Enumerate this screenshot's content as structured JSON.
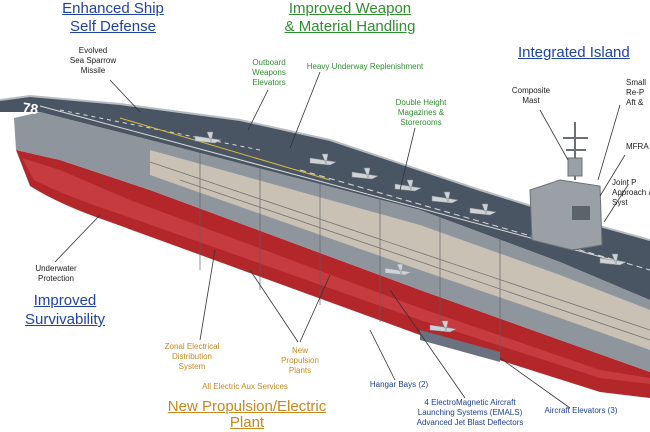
{
  "headings": {
    "enhanced_ship": "Enhanced Ship",
    "self_defense": "Self Defense",
    "improved_weapon": "Improved Weapon",
    "material_handling": "& Material Handling",
    "integrated_island": "Integrated Island",
    "improved": "Improved",
    "survivability": "Survivability",
    "new_propulsion_electric": "New Propulsion/Electric",
    "plant": "Plant"
  },
  "callouts": {
    "evolved_1": "Evolved",
    "evolved_2": "Sea Sparrow",
    "evolved_3": "Missile",
    "outboard_1": "Outboard",
    "outboard_2": "Weapons",
    "outboard_3": "Elevators",
    "heavy_unrep": "Heavy Underway Replenishment",
    "double_1": "Double Height",
    "double_2": "Magazines &",
    "double_3": "Storerooms",
    "composite_1": "Composite",
    "composite_2": "Mast",
    "small_1": "Small",
    "small_2": "Re-P",
    "small_3": "Aft &",
    "mfr": "MFRA",
    "joint_1": "Joint P",
    "joint_2": "Approach a",
    "joint_3": "Syst",
    "underwater_1": "Underwater",
    "underwater_2": "Protection",
    "zonal_1": "Zonal Electrical",
    "zonal_2": "Distribution",
    "zonal_3": "System",
    "newprop_1": "New",
    "newprop_2": "Propulsion",
    "newprop_3": "Plants",
    "all_electric": "All Electric Aux Services",
    "hangar_bays": "Hangar Bays (2)",
    "emals_1": "4 ElectroMagnetic Aircraft",
    "emals_2": "Launching Systems (EMALS)",
    "emals_3": "Advanced Jet Blast Deflectors",
    "aircraft_elevators": "Aircraft Elevators (3)"
  },
  "hull_number": "78",
  "colors": {
    "heading_blue": "#1f43a0",
    "heading_green": "#2f8f2f",
    "heading_orange": "#c8881e",
    "flight_deck": "#4a5563",
    "hull_red": "#b3272b",
    "hull_grey": "#8e959c"
  }
}
